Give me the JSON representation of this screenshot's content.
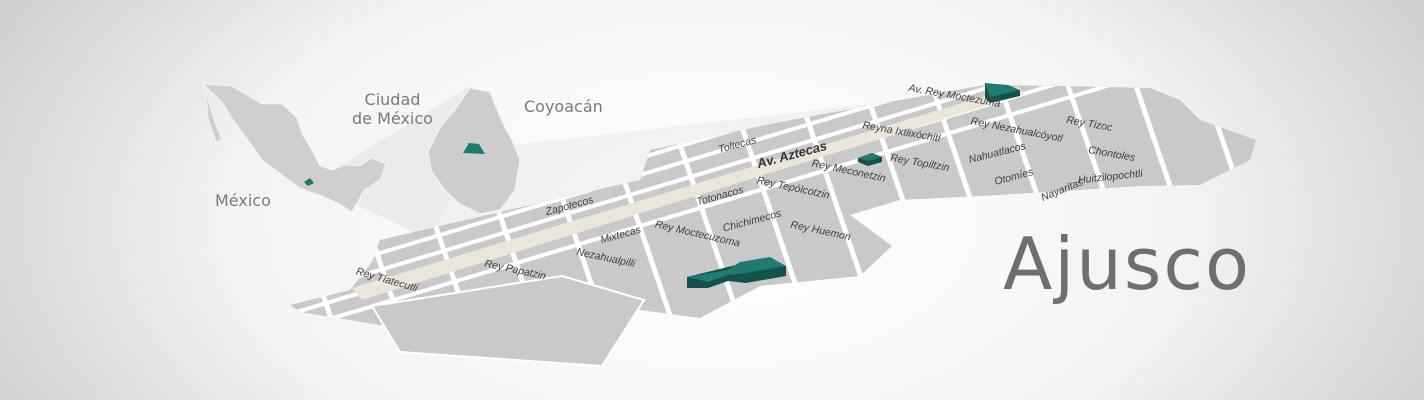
{
  "title": "Ajusco",
  "places": {
    "country": "México",
    "city_line1": "Ciudad",
    "city_line2": "de México",
    "borough": "Coyoacán"
  },
  "streets": [
    "Av. Rey Moctezuma",
    "Reyna Ixtlixóchitl",
    "Rey Nezahualcóyotl",
    "Rey Tizoc",
    "Toltecas",
    "Av. Aztecas",
    "Rey Meconetzin",
    "Rey Topiltzin",
    "Nahuatlacos",
    "Chontoles",
    "Huitzilopochtli",
    "Otomíes",
    "Nayaritas",
    "Rey Tepólcotzin",
    "Totonacos",
    "Chichimecos",
    "Rey Huemon",
    "Zapotecos",
    "Rey Moctecuzoma",
    "Mixtecas",
    "Nezahualpilli",
    "Rey Papatzin",
    "Rey Tlatecutli"
  ],
  "colors": {
    "highlight": "#1f7a70",
    "highlight_dark": "#15524b",
    "block": "#cbcbcb",
    "avenue": "#ece6da"
  }
}
